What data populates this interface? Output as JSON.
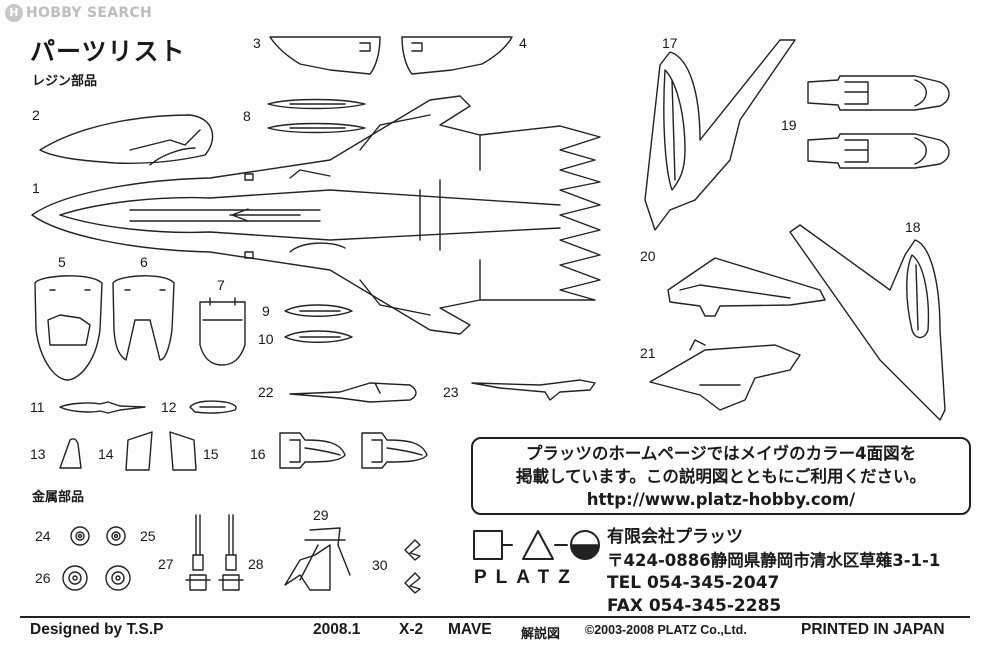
{
  "watermark": {
    "badge": "H",
    "text": "HOBBY SEARCH"
  },
  "header": {
    "title": "パーツリスト",
    "resin_section": "レジン部品"
  },
  "metal_section": "金属部品",
  "part_labels": {
    "p1": "1",
    "p2": "2",
    "p3": "3",
    "p4": "4",
    "p5": "5",
    "p6": "6",
    "p7": "7",
    "p8": "8",
    "p9": "9",
    "p10": "10",
    "p11": "11",
    "p12": "12",
    "p13": "13",
    "p14": "14",
    "p15": "15",
    "p16": "16",
    "p17": "17",
    "p18": "18",
    "p19": "19",
    "p20": "20",
    "p21": "21",
    "p22": "22",
    "p23": "23",
    "p24": "24",
    "p25": "25",
    "p26": "26",
    "p27": "27",
    "p28": "28",
    "p29": "29",
    "p30": "30"
  },
  "notice": {
    "line1": "プラッツのホームページではメイヴのカラー4面図を",
    "line2": "掲載しています。この説明図とともにご利用ください。",
    "url": "http://www.platz-hobby.com/"
  },
  "company": {
    "logo_text": "PLATZ",
    "name": "有限会社プラッツ",
    "address": "〒424-0886静岡県静岡市清水区草薙3-1-1",
    "tel": "TEL 054-345-2047",
    "fax": "FAX 054-345-2285"
  },
  "footer": {
    "designer": "Designed by T.S.P",
    "date": "2008.1",
    "model": "X-2",
    "name": "MAVE",
    "doc": "解説図",
    "copyright": "©2003-2008 PLATZ Co.,Ltd.",
    "printed": "PRINTED IN JAPAN"
  }
}
